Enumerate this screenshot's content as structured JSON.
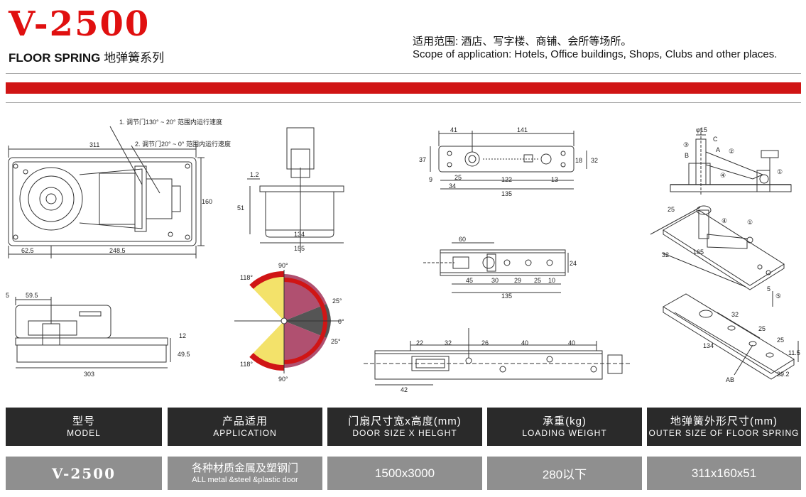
{
  "header": {
    "model_title": "V-2500",
    "subtitle_en": "FLOOR SPRING",
    "subtitle_cn": "地弹簧系列",
    "scope_cn": "适用范围: 酒店、写字楼、商铺、会所等场所。",
    "scope_en": "Scope of application: Hotels, Office buildings, Shops, Clubs and other places."
  },
  "drawing_labels": {
    "note1": "1. 调节门130° ~ 20° 范围内运行速度",
    "note2": "2. 调节门20° ~ 0° 范围内运行速度",
    "top_view": {
      "d311": "311",
      "d160": "160",
      "d62_5": "62.5",
      "d248_5": "248.5"
    },
    "front_view": {
      "d59_5": "59.5",
      "d5": "5",
      "d12": "12",
      "d49_5": "49.5",
      "d303": "303"
    },
    "side_view": {
      "d1_2": "1.2",
      "d51": "51",
      "d134": "134",
      "d155": "155"
    },
    "angle": {
      "a118_top": "118°",
      "a90_top": "90°",
      "a25_top": "25°",
      "a0": "0°",
      "a25_bot": "25°",
      "a118_bot": "118°",
      "a90_bot": "90°"
    },
    "arm_view": {
      "d41": "41",
      "d141": "141",
      "d37": "37",
      "d18": "18",
      "d32": "32",
      "d9": "9",
      "d25": "25",
      "d122": "122",
      "d13": "13",
      "d34": "34",
      "d135": "135"
    },
    "arm_side": {
      "d60": "60",
      "d24": "24",
      "d45": "45",
      "d30": "30",
      "d29": "29",
      "d25": "25",
      "d10": "10",
      "d135": "135"
    },
    "strap": {
      "d22": "22",
      "d32": "32",
      "d26": "26",
      "d40a": "40",
      "d40b": "40",
      "d42": "42"
    },
    "pivot": {
      "phi15": "φ15",
      "c": "C",
      "a": "A",
      "b": "B",
      "n1": "①",
      "n2": "②",
      "n3": "③",
      "n4": "④"
    },
    "iso": {
      "d25": "25",
      "d165": "165",
      "d32": "32",
      "d5": "5",
      "n5": "⑤",
      "n4": "④",
      "n1": "①",
      "b32": "32",
      "b25a": "25",
      "b25b": "25",
      "b134": "134",
      "b11_5": "11.5",
      "b29_2": "29.2",
      "ab": "AB"
    }
  },
  "table": {
    "headers": [
      {
        "cn": "型号",
        "en": "MODEL"
      },
      {
        "cn": "产品适用",
        "en": "APPLICATION"
      },
      {
        "cn": "门扇尺寸宽x高度(mm)",
        "en": "DOOR SIZE X HELGHT"
      },
      {
        "cn": "承重(kg)",
        "en": "LOADING WEIGHT"
      },
      {
        "cn": "地弹簧外形尺寸(mm)",
        "en": "OUTER SIZE OF FLOOR SPRING"
      }
    ],
    "row": {
      "model": "V-2500",
      "application_cn": "各种材质金属及塑钢门",
      "application_en": "ALL metal &steel &plastic door",
      "door_size": "1500x3000",
      "loading": "280以下",
      "outer_size": "311x160x51"
    }
  },
  "colors": {
    "accent": "#d01515",
    "header_bg": "#2a2a2a",
    "value_bg": "#8f8f8f"
  }
}
